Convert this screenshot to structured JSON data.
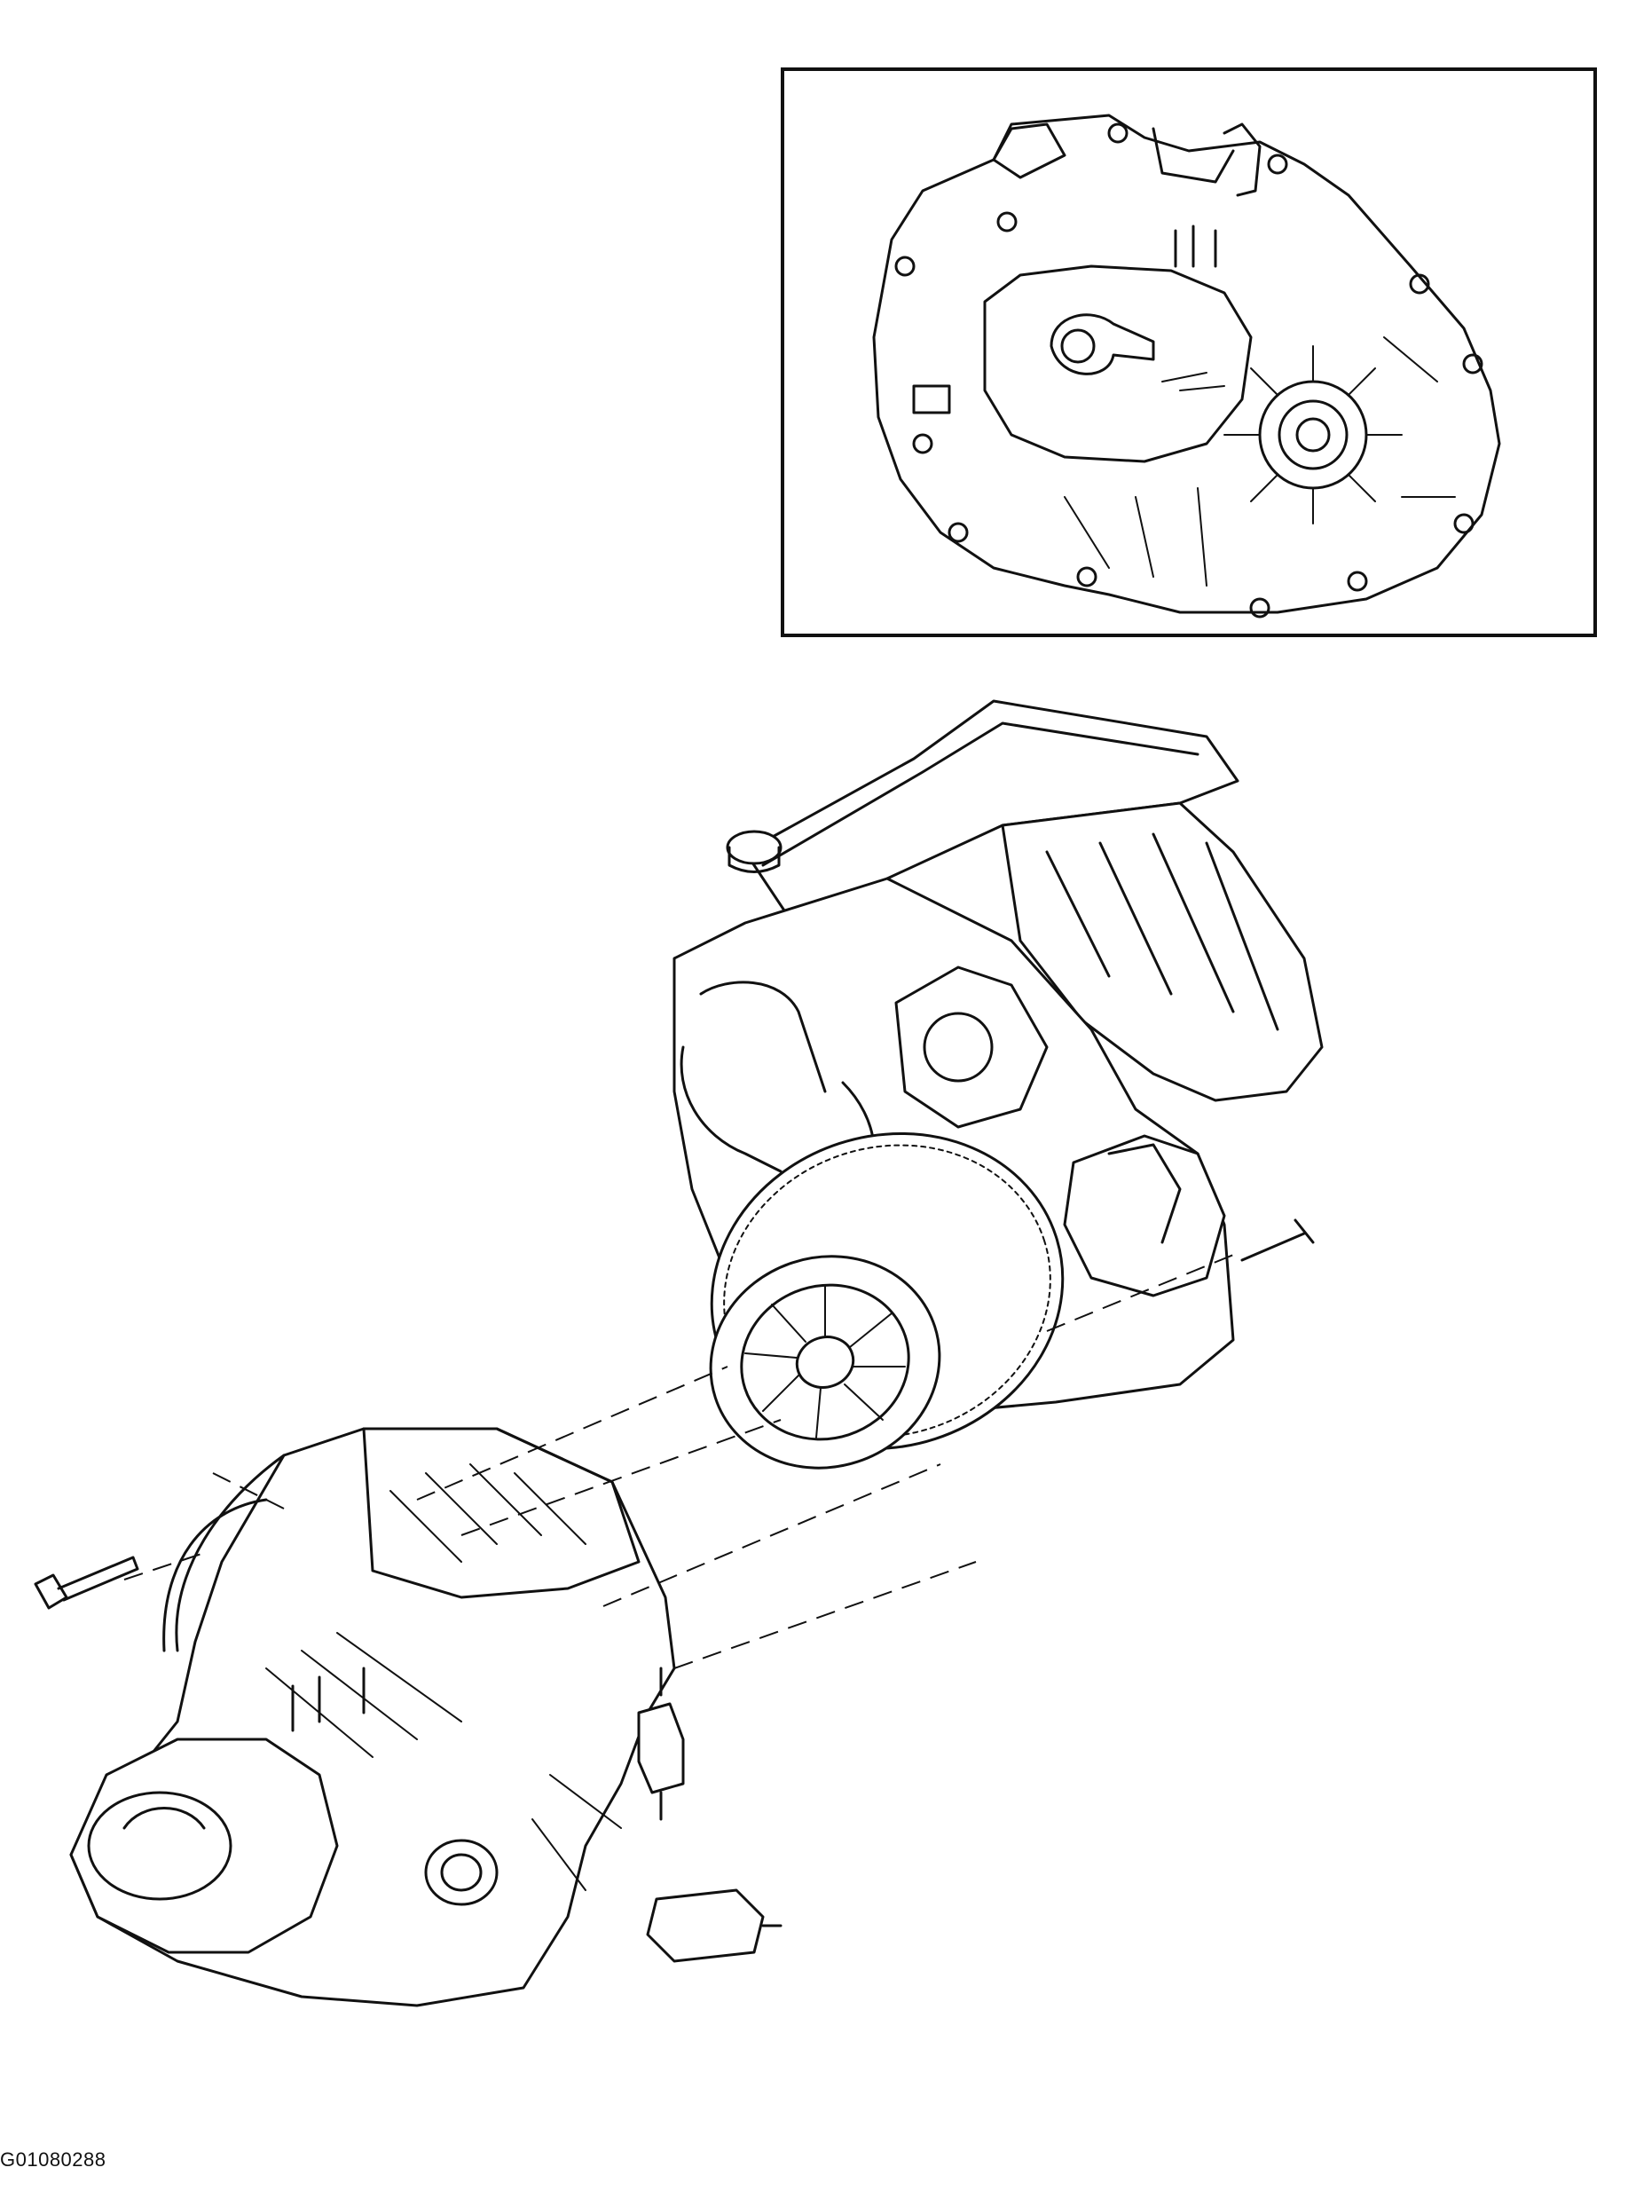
{
  "figure": {
    "code": "G01080288"
  },
  "illustration": {
    "inset_view": "transaxle-housing-rear-view",
    "main_view": "engine-clutch-transaxle-exploded-view",
    "line_color": "#111111",
    "background": "#ffffff"
  }
}
